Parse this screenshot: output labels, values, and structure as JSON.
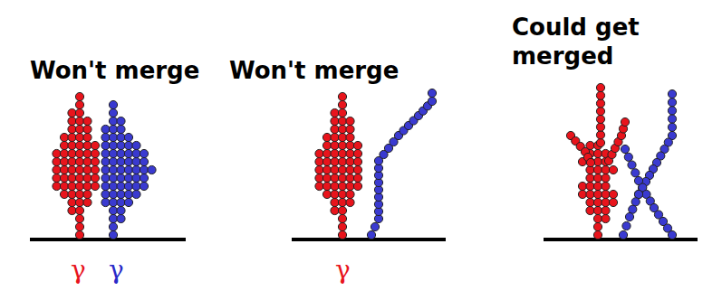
{
  "diagram": {
    "labels": [
      "Won't merge",
      "Won't merge",
      "Could get merged",
      "γ",
      "γ",
      "γ"
    ]
  }
}
